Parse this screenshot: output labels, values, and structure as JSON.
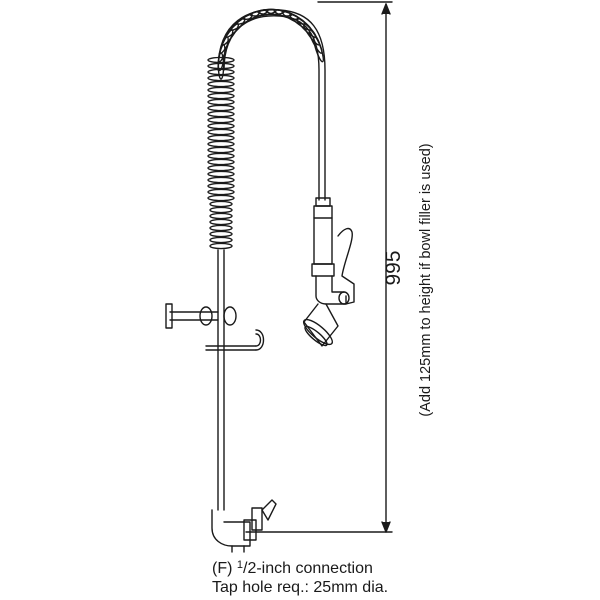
{
  "diagram": {
    "title": "Pre-rinse spray unit dimension drawing",
    "dimension": {
      "value": "995",
      "note": "(Add 125mm to height if bowl filler is used)"
    },
    "caption": {
      "connection_prefix": "(F) ",
      "connection_numerator": "1",
      "connection_rest": "/2-inch connection",
      "tap_hole": "Tap hole req.: 25mm dia."
    }
  }
}
